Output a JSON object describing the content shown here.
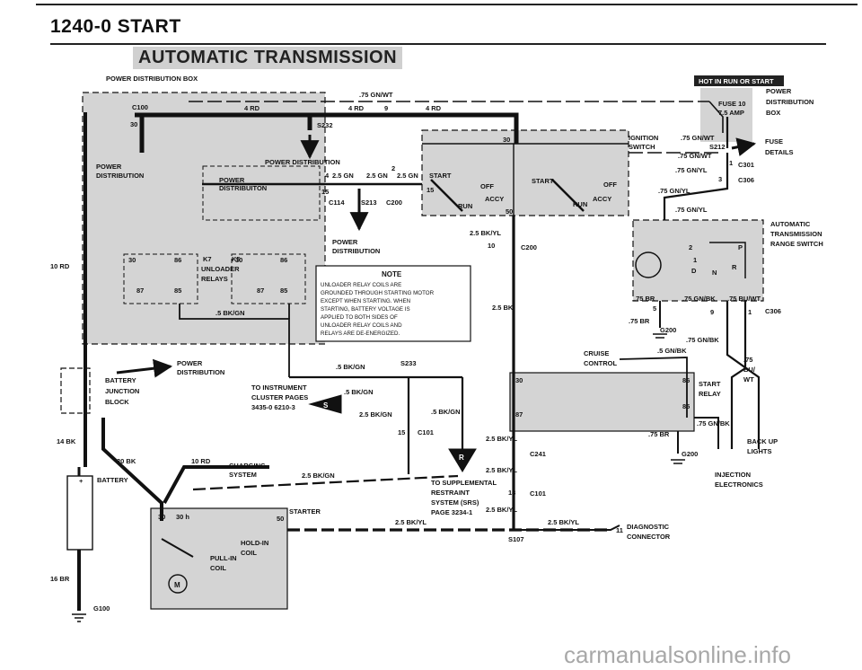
{
  "page": {
    "title": "1240-0   START",
    "subtitle": "AUTOMATIC TRANSMISSION",
    "watermark": "carmanualsonline.info"
  },
  "labels": {
    "power_distribution_box": "POWER DISTRIBUTION BOX",
    "hot_in_run": "HOT IN RUN OR START",
    "power_distribution_box_right_1": "POWER",
    "power_distribution_box_right_2": "DISTRIBUTION",
    "power_distribution_box_right_3": "BOX",
    "fuse10": "FUSE 10",
    "fuse10_amp": "7.5 AMP",
    "fuse_details_1": "FUSE",
    "fuse_details_2": "DETAILS",
    "c100": "C100",
    "n30": "30",
    "power_dist_1": "POWER",
    "power_dist_2": "DISTRIBUTION",
    "w75gnwt_top": ".75 GN/WT",
    "w4rd_a": "4 RD",
    "w4rd_b": "4 RD",
    "n9": "9",
    "w4rd_c": "4 RD",
    "s232": "S232",
    "power_distribution_mid": "POWER DISTRIBUTION",
    "power_small_1": "POWER",
    "power_small_2": "DISTRIBUITON",
    "n4": "4",
    "w25gn_a": "2.5 GN",
    "w25gn_b": "2.5 GN",
    "n2": "2",
    "w25gn_c": "2.5 GN",
    "n15_a": "15",
    "c114": "C114",
    "s213": "S213",
    "c200_a": "C200",
    "ignition_switch_1": "IGNITION",
    "ignition_switch_2": "SWITCH",
    "w75gnwt_r1": ".75 GN/WT",
    "s212": "S212",
    "w75gnwt_r2": ".75 GN/WT",
    "n1_a": "1",
    "c301": "C301",
    "w75gnyl_a": ".75 GN/YL",
    "n3": "3",
    "c306_a": "C306",
    "w75gnyl_b": ".75 GN/YL",
    "w75gnyl_c": ".75 GN/YL",
    "sw_start": "START",
    "sw_off": "OFF",
    "sw_start2": "START",
    "sw_off2": "OFF",
    "sw_run": "RUN",
    "sw_accy": "ACCY",
    "sw_run2": "RUN",
    "sw_accy2": "ACCY",
    "n15_b": "15",
    "n30_b": "30",
    "n50": "50",
    "w25bkyl_a": "2.5 BK/YL",
    "n10": "10",
    "c200_b": "C200",
    "k7": "K7",
    "k5": "K5",
    "unloader_1": "UNLOADER",
    "unloader_2": "RELAYS",
    "n30_k7": "30",
    "n86_k7": "86",
    "n87_k7": "87",
    "n85_k7": "85",
    "n30_k5": "30",
    "n86_k5": "86",
    "n87_k5": "87",
    "n85_k5": "85",
    "w5bkgn_a": ".5 BK/GN",
    "w10rd": "10 RD",
    "power_dist_lower_1": "POWER",
    "power_dist_lower_2": "DISTRIBUTION",
    "note_title": "NOTE",
    "note_lines": [
      "UNLOADER RELAY COILS ARE",
      "GROUNDED THROUGH STARTING MOTOR",
      "EXCEPT WHEN STARTING. WHEN",
      "STARTING, BATTERY VOLTAGE IS",
      "APPLIED TO BOTH SIDES OF",
      "UNLOADER RELAY COILS AND",
      "RELAYS ARE DE-ENERGIZED."
    ],
    "w25bk_a": "2.5 BK",
    "auto_trans_1": "AUTOMATIC",
    "auto_trans_2": "TRANSMISSION",
    "auto_trans_3": "RANGE SWITCH",
    "gear_2": "2",
    "gear_p": "P",
    "gear_1": "1",
    "gear_d": "D",
    "gear_n": "N",
    "gear_r": "R",
    "w75br_a": ".75 BR",
    "w75gnbk_a": ".75 GN/BK",
    "w75buwt": ".75 BU/WT",
    "n5": "5",
    "n9_b": "9",
    "n1_b": "1",
    "c306_b": "C306",
    "w75br_b": ".75 BR",
    "g200_a": "G200",
    "w75gnbk_b": ".75 GN/BK",
    "cruise_1": "CRUISE",
    "cruise_2": "CONTROL",
    "w5gnbk": ".5 GN/BK",
    "w75_bu_wt_1": ".75",
    "w75_bu_wt_2": "BU/",
    "w75_bu_wt_3": "WT",
    "power_dist_left_1": "POWER",
    "power_dist_left_2": "DISTRIBUTION",
    "battery_jb_1": "BATTERY",
    "battery_jb_2": "JUNCTION",
    "battery_jb_3": "BLOCK",
    "w5bkgn_b": ".5 BK/GN",
    "s233": "S233",
    "to_instrument_1": "TO INSTRUMENT",
    "to_instrument_2": "CLUSTER PAGES",
    "to_instrument_3": "3435-0  6210-3",
    "w5bkgn_c": ".5 BK/GN",
    "marker_s": "S",
    "w25bkgn_a": "2.5 BK/GN",
    "w5bkgn_d": ".5 BK/GN",
    "start_relay_1": "START",
    "start_relay_2": "RELAY",
    "n30_sr": "30",
    "n86_sr": "86",
    "n87_sr": "87",
    "n85_sr": "85",
    "w75gnbk_c": ".75 GN/BK",
    "w75br_c": ".75 BR",
    "back_up_1": "BACK UP",
    "back_up_2": "LIGHTS",
    "n15_c": "15",
    "c101_a": "C101",
    "w25bkyl_b": "2.5 BK/YL",
    "c241": "C241",
    "g200_b": "G200",
    "w14bk": "14 BK",
    "w20bk": "20 BK",
    "w10rd_b": "10 RD",
    "charging_1": "CHARGING",
    "charging_2": "SYSTEM",
    "w25bkgn_b": "2.5 BK/GN",
    "marker_r": "R",
    "w25bkyl_c": "2.5 BK/YL",
    "to_supp_1": "TO SUPPLEMENTAL",
    "to_supp_2": "RESTRAINT",
    "to_supp_3": "SYSTEM (SRS)",
    "to_supp_4": "PAGE 3234-1",
    "n18": "18",
    "c101_b": "C101",
    "w25bkyl_d": "2.5 BK/YL",
    "injection_1": "INJECTION",
    "injection_2": "ELECTRONICS",
    "battery": "BATTERY",
    "starter": "STARTER",
    "n30_st": "30",
    "n30h": "30 h",
    "n50_st": "50",
    "hold_in_1": "HOLD-IN",
    "hold_in_2": "COIL",
    "pull_in_1": "PULL-IN",
    "pull_in_2": "COIL",
    "motor_m": "M",
    "w25bkyl_e": "2.5 BK/YL",
    "w25bkyl_f": "2.5 BK/YL",
    "s107": "S107",
    "n11": "11",
    "diag_1": "DIAGNOSTIC",
    "diag_2": "CONNECTOR",
    "w16br": "16 BR",
    "g100": "G100",
    "batt_plus": "+"
  },
  "colors": {
    "wire": "#111111",
    "shade": "#d4d4d4",
    "hot_bg": "#222222"
  }
}
